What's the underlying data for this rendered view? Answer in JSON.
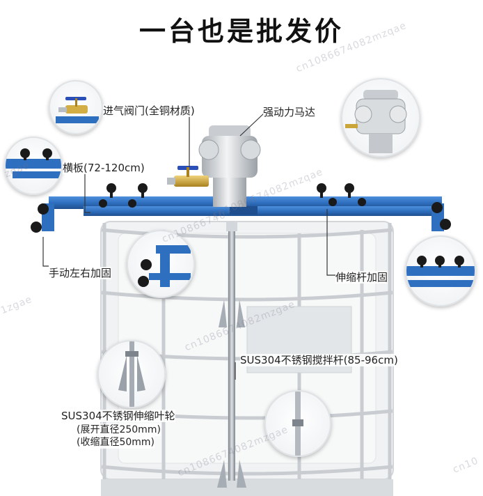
{
  "headline": "一台也是批发价",
  "labels": {
    "air_valve": "进气阀门(全铜材质)",
    "motor": "强动力马达",
    "crossbar": "横板(72-120cm)",
    "manual_fix": "手动左右加固",
    "telescopic_fix": "伸缩杆加固",
    "stir_rod": "SUS304不锈钢搅拌杆(85-96cm)",
    "impeller_line1": "SUS304不锈钢伸缩叶轮",
    "impeller_line2": "(展开直径250mm)",
    "impeller_line3": "(收缩直径50mm)"
  },
  "watermarks": [
    "zgae",
    "cn1086674082mzqae",
    "cn1086674082mzqae",
    "cn10866740",
    "cn1086674082mzgae",
    "cn1086674082mzgae",
    "1zgae",
    "cn10"
  ],
  "colors": {
    "frame_blue": "#2f6fbf",
    "frame_blue_dark": "#1f4f8f",
    "valve_brass": "#c9a53a",
    "valve_handle": "#2a4fb8",
    "steel": "#9aa1a8",
    "tote_body": "#eef0f1",
    "tote_cage": "#c9cdd1"
  },
  "icons": [
    "air-motor-icon",
    "ball-valve-icon",
    "knob-icon",
    "impeller-icon",
    "stir-rod-icon"
  ]
}
